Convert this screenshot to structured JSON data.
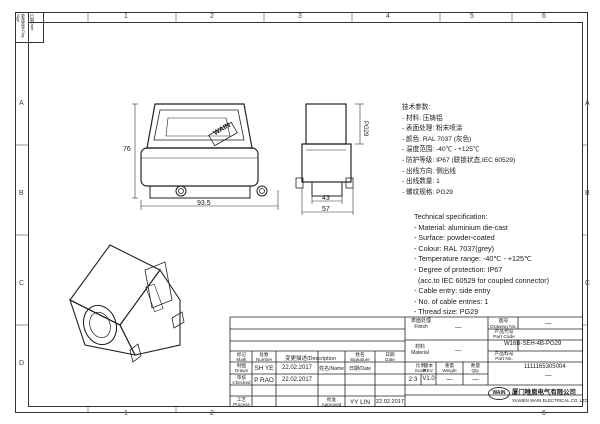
{
  "corner": {
    "a": "更改签字",
    "b": "Chg Sign",
    "c": "日期",
    "d": "Date"
  },
  "zones_top": [
    "1",
    "2",
    "3",
    "4",
    "5",
    "6"
  ],
  "zones_side": [
    "A",
    "B",
    "C",
    "D"
  ],
  "dimensions": {
    "height": "76",
    "width": "93.5",
    "side_width_inner": "43",
    "side_width_outer": "57",
    "side_height": "PG29"
  },
  "logo": "WAIN",
  "spec_cn": {
    "title": "技术参数:",
    "lines": [
      "- 材料: 压铸铝",
      "- 表面处理: 粉末喷涂",
      "- 颜色: RAL 7037 (灰色)",
      "- 温度范围: -40℃  -  +125℃",
      "- 防护等级: IP67 (联锁状态,IEC 60529)",
      "- 出线方向: 侧出线",
      "- 出线数量: 1",
      "- 螺纹规格: PG29"
    ]
  },
  "spec_en": {
    "title": "Technical specification:",
    "lines": [
      "- Material: aluminium die-cast",
      "- Surface: powder-coated",
      "- Colour: RAL 7037(grey)",
      "- Temperature range: -40℃  -  +125℃",
      "- Degree of protection: IP67",
      "  (acc.to IEC 60529 for coupled connector)",
      "- Cable entry: side entry",
      "- No. of cable entries: 1",
      "- Thread size: PG29"
    ]
  },
  "title_block": {
    "finish_label_cn": "表面处理",
    "finish_label_en": "Finish",
    "finish_value": "—",
    "drawing_no_label_cn": "图号",
    "drawing_no_label_en": "Drawing No.",
    "drawing_no_value": "—",
    "material_label_cn": "材料",
    "material_label_en": "Material",
    "material_value": "—",
    "part_code_label_cn": "产品代号",
    "part_code_label_en": "Part Code",
    "part_code_value": "W16B-SEH-4B-PG29",
    "part_no_label_cn": "产品料号",
    "part_no_label_en": "Part No.",
    "part_no_value": "1111165305004",
    "rev_headers": [
      {
        "cn": "标记",
        "en": "Mark"
      },
      {
        "cn": "处数",
        "en": "Number"
      },
      {
        "cn": "变更描述",
        "en": "Description"
      },
      {
        "cn": "姓名",
        "en": "Signature"
      },
      {
        "cn": "日期",
        "en": "Date"
      }
    ],
    "drawn_label_cn": "制图",
    "drawn_label_en": "Drawn",
    "drawn_name": "SH YE",
    "drawn_date": "22.02.2017",
    "checked_label_cn": "审核",
    "checked_label_en": "Checked",
    "checked_name": "P RAO",
    "checked_date": "22.02.2017",
    "process_label_cn": "工艺",
    "process_label_en": "Process",
    "approved_label_cn": "批准",
    "approved_label_en": "Approved",
    "approved_name": "YY LIN",
    "approved_date": "22.02.2017",
    "sign_header_cn": "姓名",
    "sign_header_en": "Name",
    "date_header_cn": "日期",
    "date_header_en": "Date",
    "scale_label_cn": "比例",
    "scale_label_en": "Scale",
    "scale_value": "2:3",
    "rev_label_cn": "版本",
    "rev_label_en": "REV.",
    "rev_value": "V1.0",
    "weight_label_cn": "重量",
    "weight_label_en": "Weight",
    "weight_value": "—",
    "qty_label_cn": "数量",
    "qty_label_en": "Qty.",
    "qty_value": "—",
    "company_cn": "厦门唯恩电气有限公司",
    "company_en": "XIAMEN WAIN ELECTRICAL CO.,LTD.",
    "company_logo": "WAIN"
  }
}
